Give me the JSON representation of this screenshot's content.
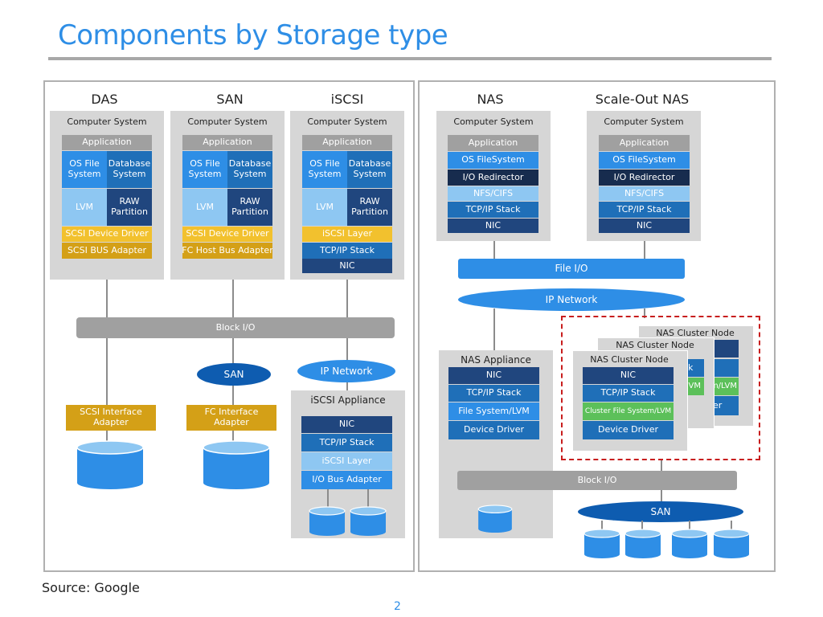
{
  "title": "Components by Storage type",
  "source": "Source: Google",
  "page_number": "2",
  "headers": {
    "das": "DAS",
    "san": "SAN",
    "iscsi": "iSCSI",
    "nas": "NAS",
    "scaleout": "Scale-Out  NAS"
  },
  "computer_system": "Computer  System",
  "stack": {
    "application": "Application",
    "os_file_system": "OS File System",
    "database_system": "Database System",
    "lvm": "LVM",
    "raw_partition": "RAW Partition",
    "scsi_device_driver": "SCSI  Device Driver",
    "scsi_bus_adapter": "SCSI BUS  Adapter",
    "fc_host_bus_adapter": "FC Host Bus Adapter",
    "iscsi_layer": "iSCSI Layer",
    "tcp_ip_stack": "TCP/IP Stack",
    "nic": "NIC",
    "os_filesystem": "OS FileSystem",
    "io_redirector": "I/O Redirector",
    "nfs_cifs": "NFS/CIFS",
    "file_system_lvm": "File System/LVM",
    "device_driver": "Device Driver",
    "cluster_file_system_lvm": "Cluster File System/LVM",
    "io_bus_adapter": "I/O Bus Adapter"
  },
  "connectors": {
    "block_io": "Block I/O",
    "san": "SAN",
    "ip_network": "IP Network",
    "file_io": "File I/O",
    "scsi_interface_adapter": "SCSI Interface Adapter",
    "fc_interface_adapter": "FC Interface Adapter"
  },
  "appliances": {
    "iscsi_appliance": "iSCSI Appliance",
    "nas_appliance": "NAS Appliance",
    "nas_cluster_node": "NAS Cluster Node"
  },
  "partial": {
    "ck": "ck",
    "m_lvm": "m/LVM",
    "er": "er",
    "vm": "VM"
  },
  "colors": {
    "title": "#2e8ee6",
    "light_blue": "#8ec7f2",
    "mid_blue": "#2e8ee6",
    "dark_blue": "#0e4a8c",
    "navy": "#20467e",
    "yellow": "#f2c12e",
    "orange": "#d4a017",
    "green": "#5cc05a",
    "dashed_border": "#c81e1e"
  }
}
